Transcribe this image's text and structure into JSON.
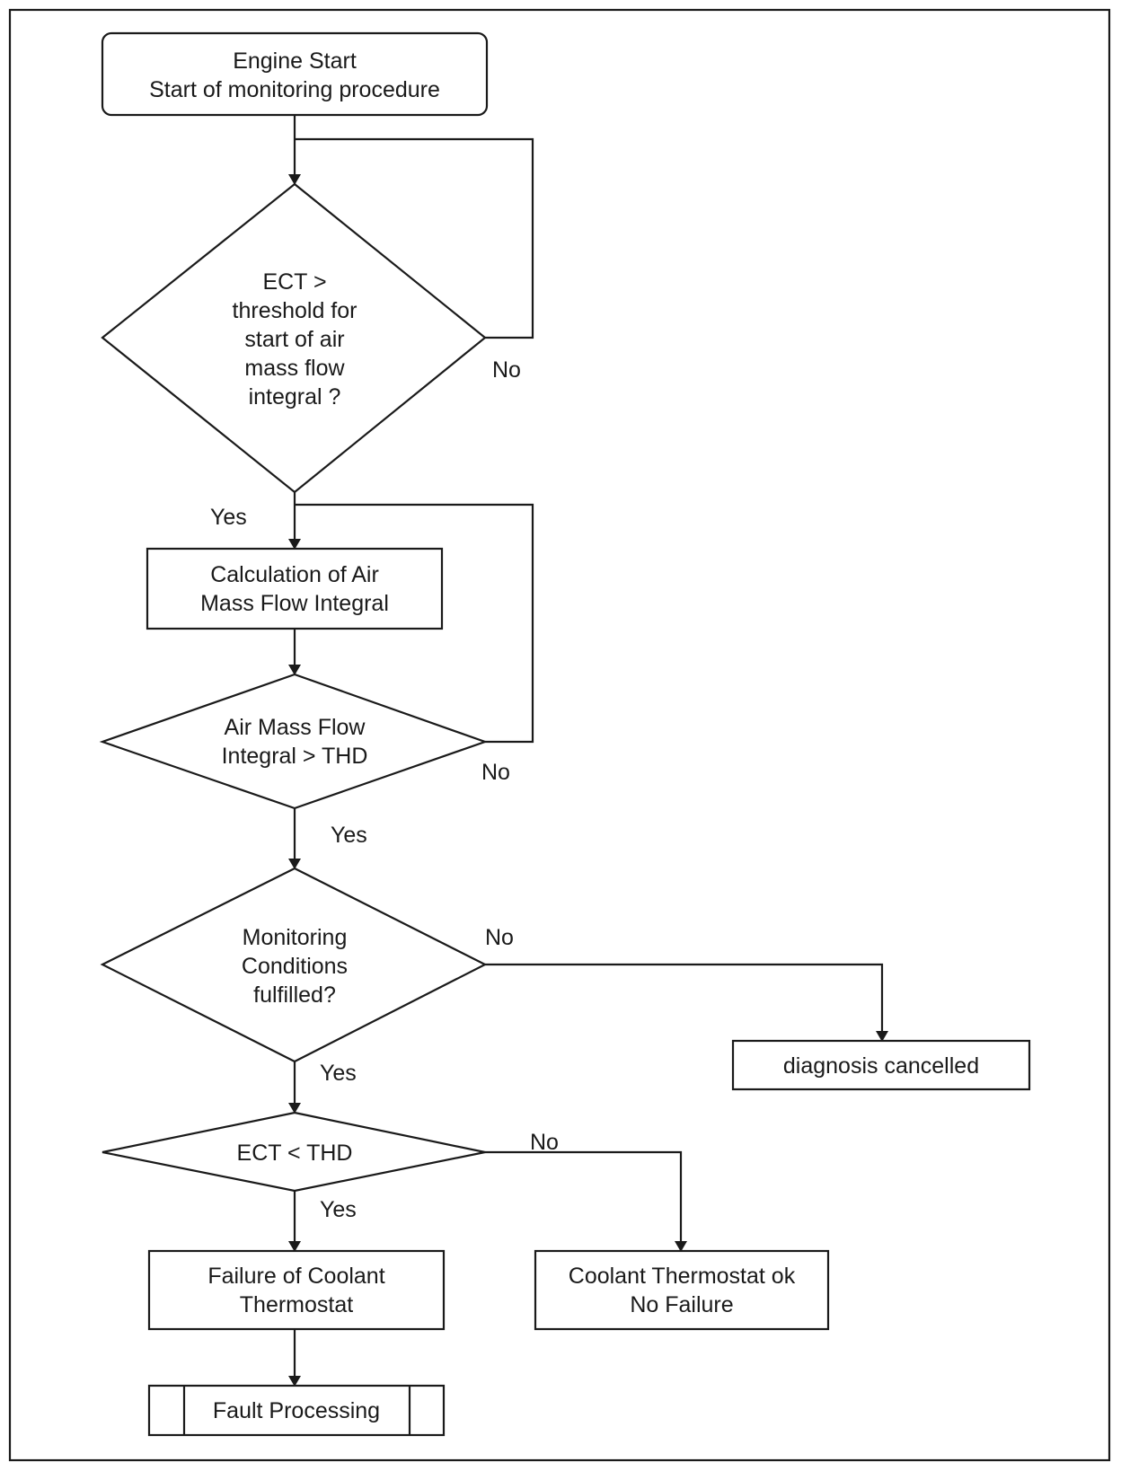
{
  "diagram": {
    "nodes": {
      "start": [
        "Engine Start",
        "Start of monitoring procedure"
      ],
      "ect_start_check": [
        "ECT >",
        "threshold for",
        "start of air",
        "mass flow",
        "integral ?"
      ],
      "calc_integral": [
        "Calculation of Air",
        "Mass Flow Integral"
      ],
      "integral_check": [
        "Air Mass Flow",
        "Integral > THD"
      ],
      "monitoring_check": [
        "Monitoring",
        "Conditions",
        "fulfilled?"
      ],
      "diagnosis_cancelled": [
        "diagnosis cancelled"
      ],
      "ect_thd_check": [
        "ECT < THD"
      ],
      "thermostat_failure": [
        "Failure of Coolant",
        "Thermostat"
      ],
      "thermostat_ok": [
        "Coolant Thermostat ok",
        "No Failure"
      ],
      "fault_processing": [
        "Fault Processing"
      ]
    },
    "edge_labels": {
      "ect_start_no": "No",
      "ect_start_yes": "Yes",
      "integral_no": "No",
      "integral_yes": "Yes",
      "monitoring_no": "No",
      "monitoring_yes": "Yes",
      "ect_thd_no": "No",
      "ect_thd_yes": "Yes"
    }
  }
}
